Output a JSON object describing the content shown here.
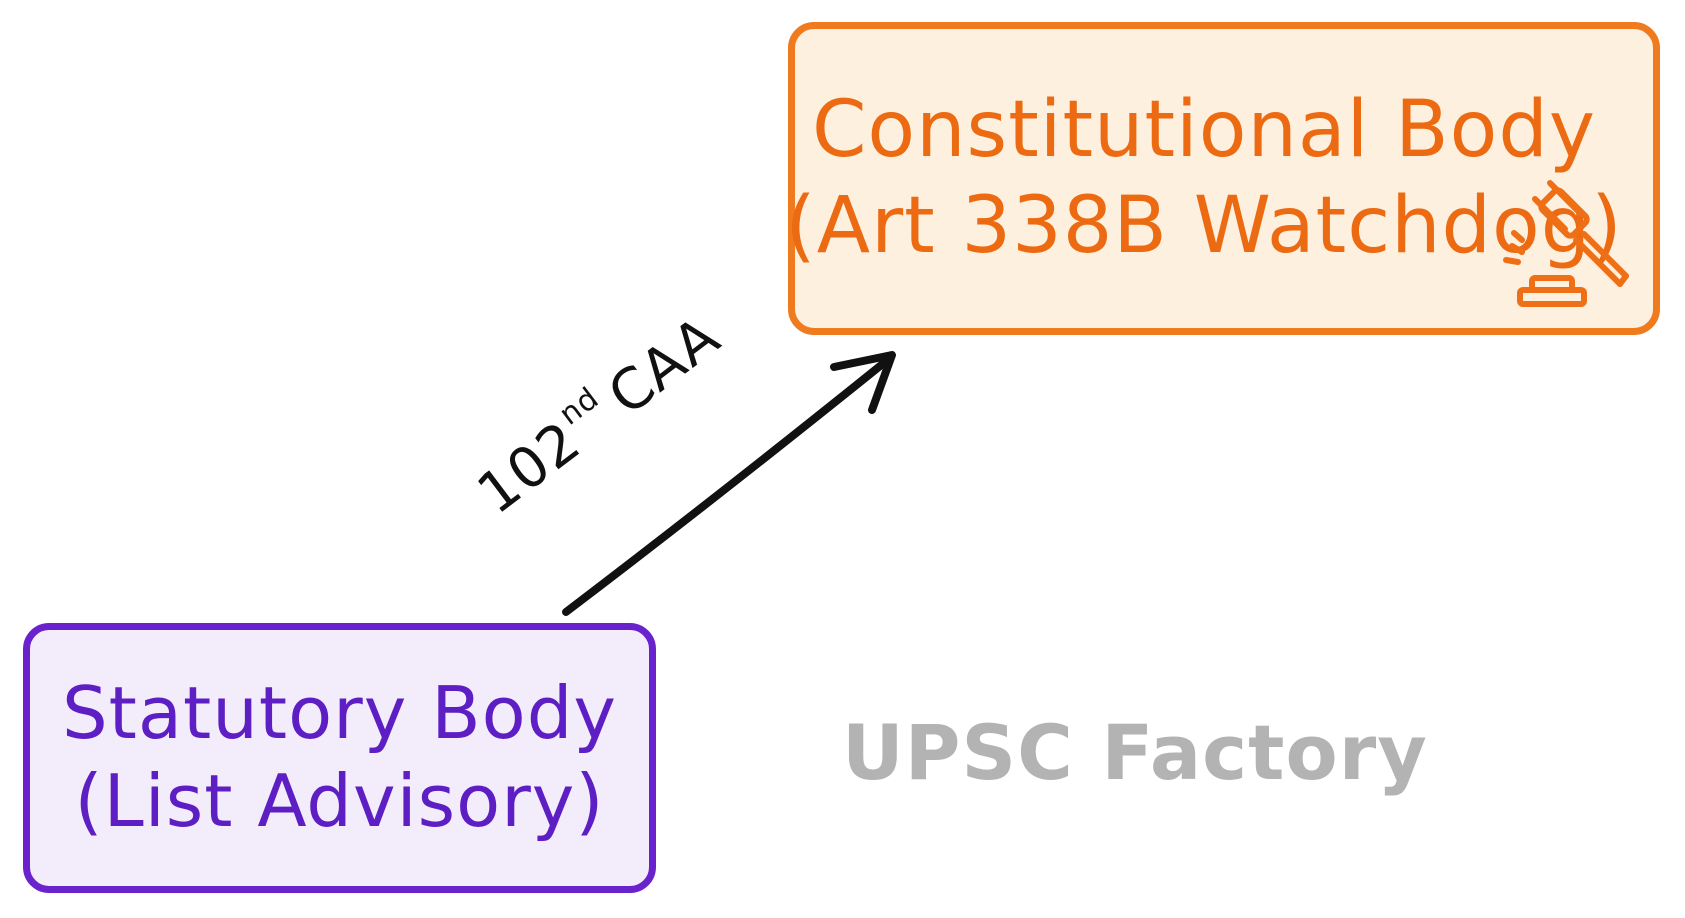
{
  "diagram": {
    "constitutional_box": {
      "line1": "Constitutional Body",
      "line2": "(Art 338B Watchdog)",
      "icon": "gavel-icon",
      "border_color": "#f07a1e",
      "fill_color": "#fdf0de",
      "text_color": "#ec6a12"
    },
    "statutory_box": {
      "line1": "Statutory Body",
      "line2": "(List Advisory)",
      "border_color": "#6a23cc",
      "fill_color": "#f3ecfb",
      "text_color": "#5d1fc4"
    },
    "arrow": {
      "from": "statutory_box",
      "to": "constitutional_box",
      "label_number": "102",
      "label_suffix": "nd",
      "label_text": "CAA",
      "color": "#111111"
    }
  },
  "watermark": {
    "text": "UPSC Factory",
    "color": "#b3b3b3"
  }
}
